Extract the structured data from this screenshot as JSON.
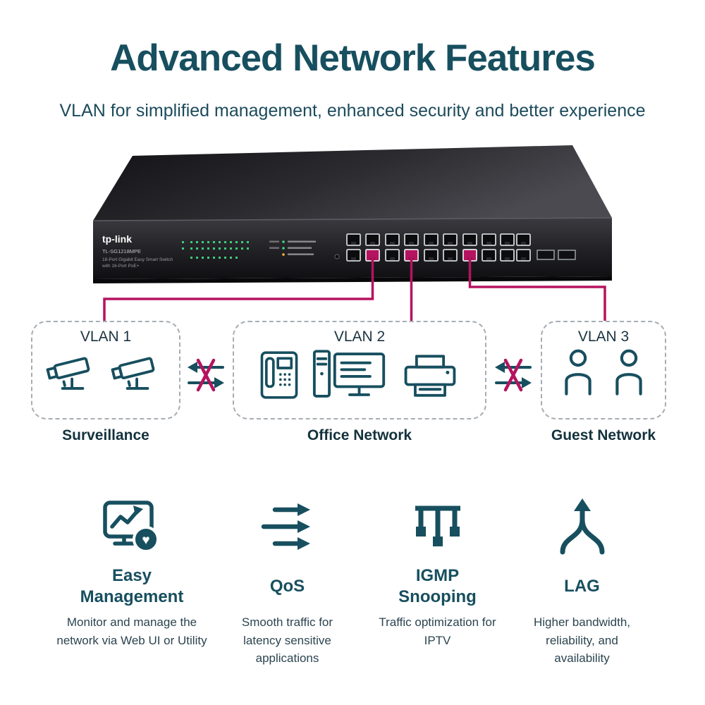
{
  "header": {
    "title": "Advanced Network Features",
    "subtitle": "VLAN for simplified management, enhanced security and better experience"
  },
  "switch": {
    "brand": "tp-link",
    "model": "TL-SG1218MPE",
    "desc_line1": "18-Port Gigabit Easy Smart Switch",
    "desc_line2": "with 16-Port PoE+"
  },
  "vlans": [
    {
      "label": "VLAN 1",
      "caption": "Surveillance"
    },
    {
      "label": "VLAN 2",
      "caption": "Office Network"
    },
    {
      "label": "VLAN 3",
      "caption": "Guest Network"
    }
  ],
  "features": [
    {
      "title": "Easy Management",
      "description": "Monitor and manage the network via Web UI or Utility"
    },
    {
      "title": "QoS",
      "description": "Smooth traffic for latency sensitive applications"
    },
    {
      "title": "IGMP Snooping",
      "description": "Traffic optimization for IPTV"
    },
    {
      "title": "LAG",
      "description": "Higher bandwidth, reliability, and availability"
    }
  ],
  "colors": {
    "accent_teal": "#174f5f",
    "magenta": "#b5135f",
    "led_green": "#3fd77f",
    "switch_body": "#222226"
  }
}
